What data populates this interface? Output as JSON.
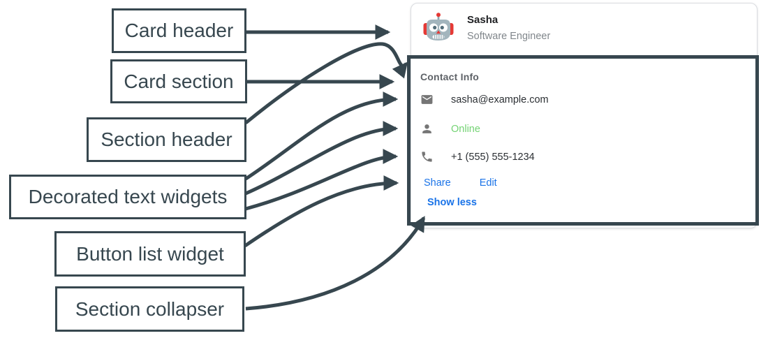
{
  "diagram": {
    "labels": [
      {
        "text": "Card header"
      },
      {
        "text": "Card section"
      },
      {
        "text": "Section header"
      },
      {
        "text": "Decorated text widgets"
      },
      {
        "text": "Button list widget"
      },
      {
        "text": "Section collapser"
      }
    ]
  },
  "card": {
    "header": {
      "name": "Sasha",
      "role": "Software Engineer",
      "avatar": "robot-avatar-icon"
    },
    "section": {
      "title": "Contact Info",
      "widgets": [
        {
          "icon": "email-icon",
          "text": "sasha@example.com"
        },
        {
          "icon": "person-icon",
          "text": "Online",
          "status_color": "#74d374"
        },
        {
          "icon": "phone-icon",
          "text": "+1 (555) 555-1234"
        }
      ],
      "buttons": [
        {
          "label": "Share"
        },
        {
          "label": "Edit"
        }
      ],
      "collapser_label": "Show less"
    }
  },
  "colors": {
    "annotation_dark": "#37474f",
    "link_blue": "#1a73e8",
    "status_green": "#74d374",
    "section_title_gray": "#5f6368",
    "subtitle_gray": "#80868b",
    "body_text": "#2b2f33",
    "icon_gray": "#757575",
    "card_border": "#dadce0"
  }
}
